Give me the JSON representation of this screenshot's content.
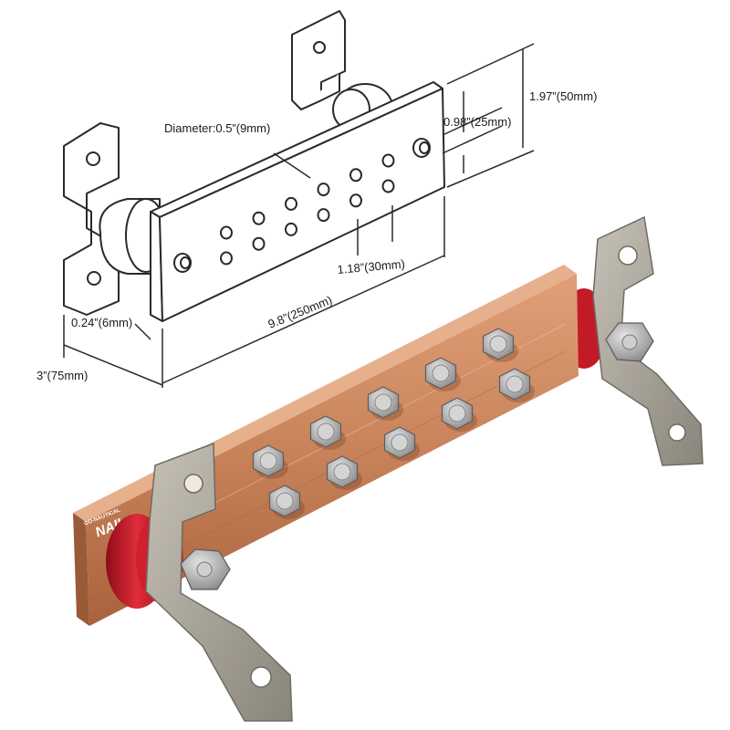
{
  "dimensions": {
    "diameter": "Diameter:0.5”(9mm)",
    "hole_spacing_vertical": "0.98”(25mm)",
    "overall_height": "1.97”(50mm)",
    "hole_spacing_horizontal": "1.18”(30mm)",
    "thickness": "0.24”(6mm)",
    "length": "9.8”(250mm)",
    "width": "3”(75mm)"
  },
  "brand": {
    "line1": "GO-NAUTICAL",
    "line2": "NAIL"
  },
  "colors": {
    "copper": "#c9835a",
    "insulator": "#d41e2c",
    "steel": "#a39e93",
    "line": "#2a2a2a"
  }
}
